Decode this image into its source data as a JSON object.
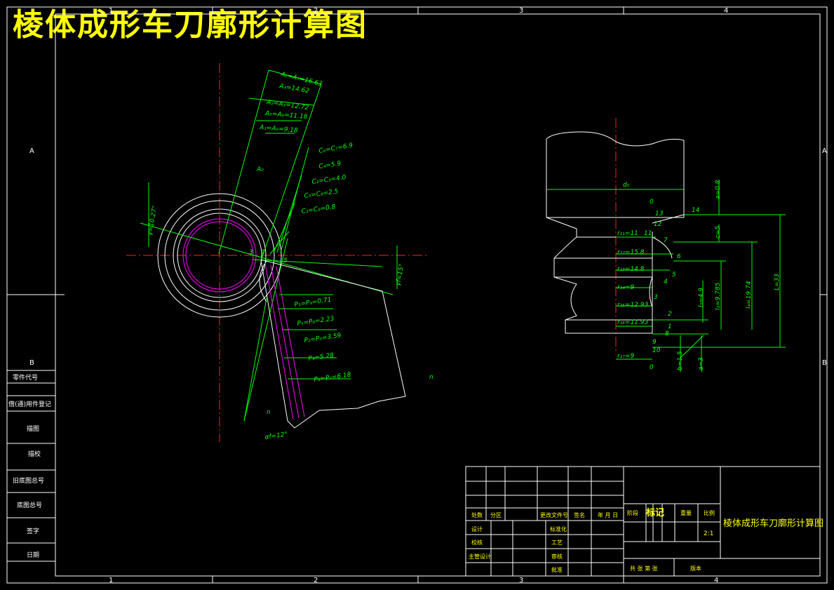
{
  "title": "棱体成形车刀廓形计算图",
  "grid": {
    "columns_top": [
      "1",
      "2",
      "3",
      "4"
    ],
    "columns_bottom": [
      "1",
      "2",
      "3",
      "4"
    ],
    "rows_left": [
      "A",
      "B"
    ],
    "rows_right": [
      "A",
      "B"
    ]
  },
  "side_panel": [
    "零件代号",
    "借(通)用件登记",
    "描图",
    "描校",
    "旧底图总号",
    "底图总号",
    "签字",
    "日期"
  ],
  "title_block": {
    "drawing_name": "棱体成形车刀廓形计算图",
    "row_headers": [
      "处数",
      "分区",
      "更改文件号",
      "签名",
      "年 月 日"
    ],
    "left_labels": [
      "设计",
      "校核",
      "主管设计"
    ],
    "mid_labels": [
      "标准化",
      "工艺",
      "审核",
      "批准"
    ],
    "stage_label": "阶段",
    "mark_label": "标记",
    "weight_label": "重量",
    "scale_label": "比例",
    "scale_value": "2:1",
    "sheet_label": "共  张  第  张",
    "version_label": "版本"
  },
  "left_view": {
    "A_labels": [
      "A₆=A₇=16.63",
      "A₄=14.62",
      "A₂=A₃=12.72",
      "A₅=A₈=11.18",
      "A₁=A₉=9.18",
      "A₀"
    ],
    "C_labels": [
      "C₆=C₇=6.9",
      "C₄=5.9",
      "C₂=C₃=4.0",
      "C₅=C₈=2.5",
      "C₁=C₉=0.8"
    ],
    "P_labels": [
      "P₁=P₉=0.71",
      "P₅=P₈=2.23",
      "P₂=P₃=3.59",
      "P₄=5.28",
      "P₆=P₇=6.18"
    ],
    "gamma_label": "γ=10.27°",
    "gamma_f_label": "γf=15°",
    "alpha_label": "αf=12°",
    "small_labels": [
      "3",
      "1",
      "5",
      "n",
      "n"
    ]
  },
  "right_view": {
    "diameter_label": "d₀",
    "radius_labels": [
      "r₁₁=11",
      "r₁₂=15.8",
      "r₁₃=14.8",
      "r₁₄=9",
      "r₁₅=12.93",
      "r₁₆=11.93",
      "r₁₇=9"
    ],
    "point_numbers": [
      "0",
      "13",
      "14",
      "12",
      "11",
      "7",
      "6",
      "5",
      "4",
      "3",
      "2",
      "1",
      "8",
      "9",
      "10",
      "0"
    ],
    "dim_labels": [
      "a=0.8",
      "c=5",
      "l₃=4.9",
      "l₂=9.785",
      "l₄=19.74",
      "L=33",
      "b=1.5",
      "a=3"
    ]
  }
}
